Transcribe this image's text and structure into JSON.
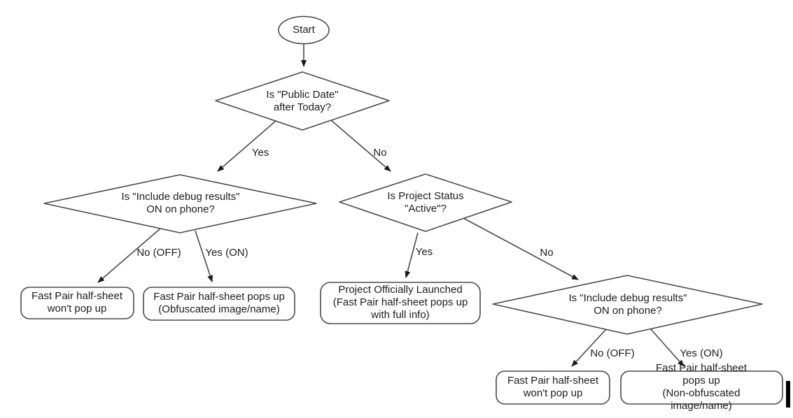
{
  "diagram": {
    "type": "flowchart",
    "background": "#ffffff",
    "stroke_color": "#4a4a4a",
    "text_color": "#1c1c1c"
  },
  "nodes": {
    "start": {
      "shape": "ellipse",
      "label": "Start"
    },
    "public_date": {
      "shape": "decision",
      "label": "Is \"Public Date\"\nafter Today?"
    },
    "debug_left": {
      "shape": "decision",
      "label": "Is \"Include debug results\"\nON on phone?"
    },
    "project_status": {
      "shape": "decision",
      "label": "Is Project Status\n\"Active\"?"
    },
    "debug_right": {
      "shape": "decision",
      "label": "Is \"Include debug results\"\nON on phone?"
    },
    "no_popup_left": {
      "shape": "terminal",
      "label": "Fast Pair half-sheet\nwon't pop up"
    },
    "obfuscated": {
      "shape": "terminal",
      "label": "Fast Pair half-sheet pops up\n(Obfuscated image/name)"
    },
    "launched": {
      "shape": "terminal",
      "label": "Project Officially Launched\n(Fast Pair half-sheet pops up\nwith full info)"
    },
    "no_popup_right": {
      "shape": "terminal",
      "label": "Fast Pair half-sheet\nwon't pop up"
    },
    "non_obfuscated": {
      "shape": "terminal",
      "label": "Fast Pair half-sheet pops up\n(Non-obfuscated image/name)"
    }
  },
  "edge_labels": {
    "public_yes": "Yes",
    "public_no": "No",
    "debug_left_no": "No (OFF)",
    "debug_left_yes": "Yes (ON)",
    "status_yes": "Yes",
    "status_no": "No",
    "debug_right_no": "No (OFF)",
    "debug_right_yes": "Yes (ON)"
  }
}
